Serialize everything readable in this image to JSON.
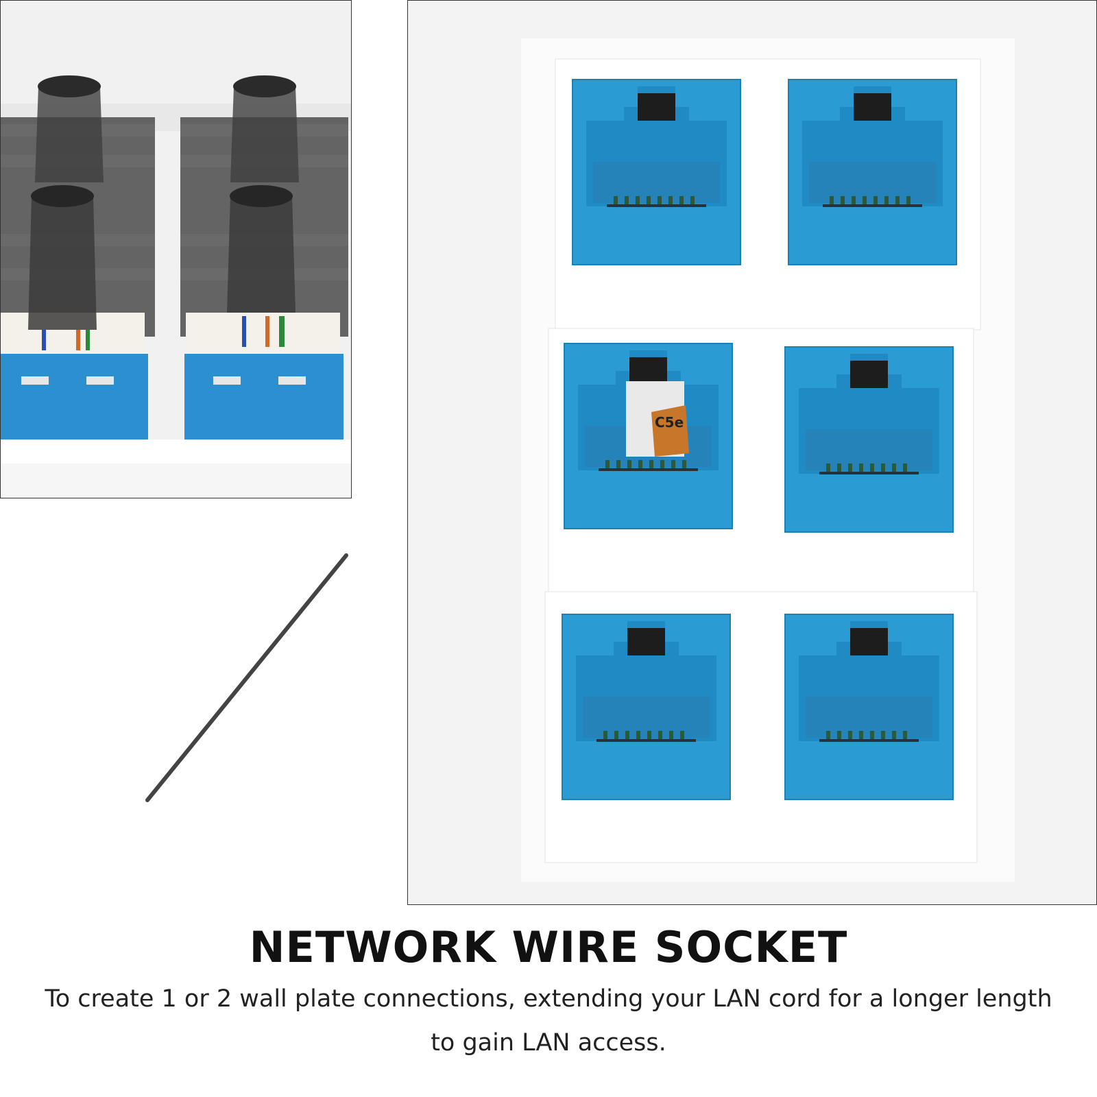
{
  "title": "NETWORK WIRE SOCKET",
  "description": "To create 1 or 2 wall plate connections, extending your LAN cord for a longer length to gain LAN access.",
  "detail_label": "C5e",
  "colors": {
    "jack_blue": "#2b9bd3",
    "plate_white": "#ffffff",
    "port_dark": "#1d1d1d",
    "cap_grey": "#4a4a4a"
  },
  "main_photo": {
    "rows": 3,
    "columns": 2,
    "port_count": 6
  }
}
